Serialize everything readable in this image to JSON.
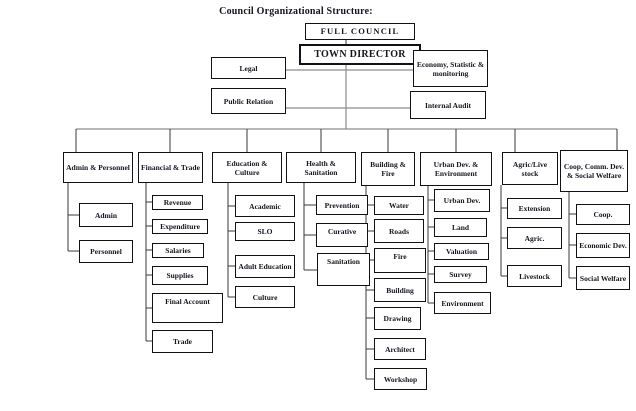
{
  "title": "Council Organizational Structure:",
  "top": {
    "full_council": "FULL COUNCIL",
    "town_director": "TOWN DIRECTOR"
  },
  "staff": {
    "legal": "Legal",
    "economy": "Economy, Statistic & monitoring",
    "public_relation": "Public Relation",
    "internal_audit": "Internal Audit"
  },
  "departments": [
    {
      "label": "Admin & Personnel",
      "children": [
        "Admin",
        "Personnel"
      ]
    },
    {
      "label": "Financial & Trade",
      "children": [
        "Revenue",
        "Expenditure",
        "Salaries",
        "Supplies",
        "Final Account",
        "Trade"
      ]
    },
    {
      "label": "Education & Culture",
      "children": [
        "Academic",
        "SLO",
        "Adult Education",
        "Culture"
      ]
    },
    {
      "label": "Health & Sanitation",
      "children": [
        "Prevention",
        "Curative",
        "Sanitation"
      ]
    },
    {
      "label": "Building & Fire",
      "children": [
        "Water",
        "Roads",
        "Fire",
        "Building",
        "Drawing",
        "Architect",
        "Workshop"
      ]
    },
    {
      "label": "Urban Dev. & Environment",
      "children": [
        "Urban Dev.",
        "Land",
        "Valuation",
        "Survey",
        "Environment"
      ]
    },
    {
      "label": "Agric/Live stock",
      "children": [
        "Extension",
        "Agric.",
        "Livestock"
      ]
    },
    {
      "label": "Coop, Comm. Dev. & Social Welfare",
      "children": [
        "Coop.",
        "Economic Dev.",
        "Social Welfare"
      ]
    }
  ],
  "colors": {
    "background": "#ffffff",
    "box_border": "#111118",
    "text": "#15151f",
    "connector_gray": "#8c8c8c",
    "connector_dark": "#3a3a3a"
  }
}
